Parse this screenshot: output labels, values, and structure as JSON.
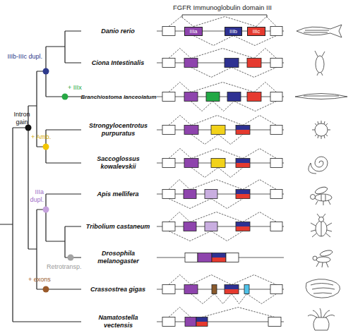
{
  "diagram": {
    "nodes": [
      {
        "text": [
          "IIIa"
        ]
      },
      {
        "text": [
          "IIIb"
        ]
      },
      {
        "text": [
          "IIIc"
        ]
      }
    ],
    "edges": [
      {
        "from": 0,
        "to": 2,
        "arrow": "none"
      },
      {
        "from": 0,
        "to": 1,
        "arrow": "none"
      }
    ],
    "labels": [
      "FGFR Immunoglobulin domain III",
      "IIIb-IIIc dupl.",
      "Danio rerio",
      "Ciona Intestinalis",
      "+ IIIx",
      "Branchiostoma lanceolatum",
      "Intron gain",
      "+ Amb.",
      "Strongylocentrotus purpuratus",
      "Saccoglossus kowalevskii",
      "IIIa dupl.",
      "Apis mellifera",
      "Tribolium castaneum",
      "Retrotransp.",
      "Drosophila melanogaster",
      "+ exons",
      "Crassostrea gigas",
      "Namatostella vectensis"
    ]
  }
}
